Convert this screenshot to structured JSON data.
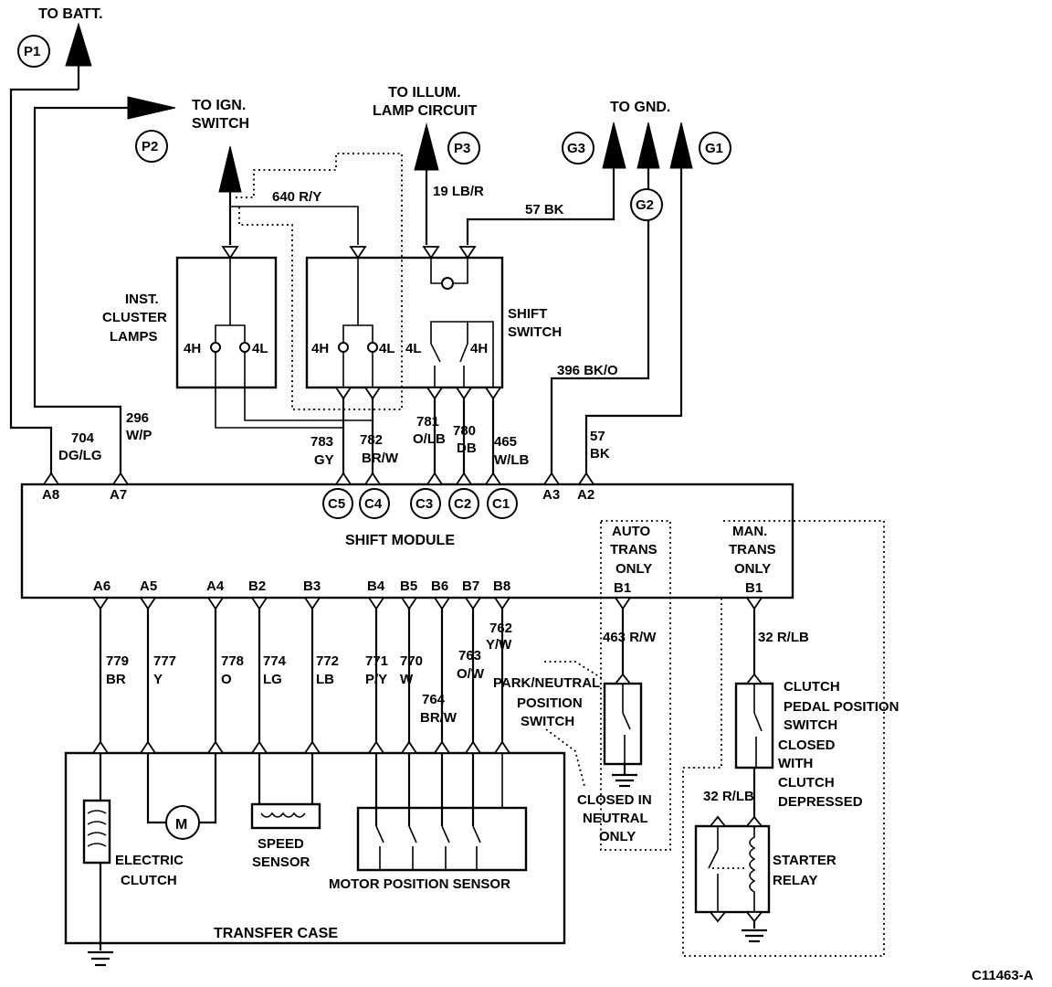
{
  "destinations": {
    "batt": "TO BATT.",
    "ign": [
      "TO IGN.",
      "SWITCH"
    ],
    "illum": [
      "TO ILLUM.",
      "LAMP CIRCUIT"
    ],
    "gnd": "TO GND."
  },
  "connector_ids": {
    "p1": "P1",
    "p2": "P2",
    "p3": "P3",
    "g1": "G1",
    "g2": "G2",
    "g3": "G3",
    "c1": "C1",
    "c2": "C2",
    "c3": "C3",
    "c4": "C4",
    "c5": "C5"
  },
  "wires": {
    "w640": "640 R/Y",
    "w19": "19 LB/R",
    "w57_top": "57 BK",
    "w396": "396 BK/O",
    "w704": [
      "704",
      "DG/LG"
    ],
    "w296": [
      "296",
      "W/P"
    ],
    "w783": [
      "783",
      "GY"
    ],
    "w782": [
      "782",
      "BR/W"
    ],
    "w781": [
      "781",
      "O/LB"
    ],
    "w780": [
      "780",
      "DB"
    ],
    "w465": [
      "465",
      "W/LB"
    ],
    "w57_a2": [
      "57",
      "BK"
    ],
    "w779": [
      "779",
      "BR"
    ],
    "w777": [
      "777",
      "Y"
    ],
    "w778": [
      "778",
      "O"
    ],
    "w774": [
      "774",
      "LG"
    ],
    "w772": [
      "772",
      "LB"
    ],
    "w771": [
      "771",
      "P/Y"
    ],
    "w770": [
      "770",
      "W"
    ],
    "w764": [
      "764",
      "BR/W"
    ],
    "w763": [
      "763",
      "O/W"
    ],
    "w762": [
      "762",
      "Y/W"
    ],
    "w463": "463 R/W",
    "w32_top": "32 R/LB",
    "w32_bot": "32 R/LB"
  },
  "components": {
    "inst_cluster": [
      "INST.",
      "CLUSTER",
      "LAMPS"
    ],
    "shift_switch": [
      "SHIFT",
      "SWITCH"
    ],
    "shift_module": "SHIFT MODULE",
    "auto_trans": [
      "AUTO",
      "TRANS",
      "ONLY"
    ],
    "man_trans": [
      "MAN.",
      "TRANS",
      "ONLY"
    ],
    "park_neutral": [
      "PARK/NEUTRAL",
      "POSITION",
      "SWITCH"
    ],
    "closed_neutral": [
      "CLOSED IN",
      "NEUTRAL",
      "ONLY"
    ],
    "clutch_switch": [
      "CLUTCH",
      "PEDAL POSITION",
      "SWITCH"
    ],
    "clutch_closed": [
      "CLOSED",
      "WITH",
      "CLUTCH",
      "DEPRESSED"
    ],
    "starter_relay": [
      "STARTER",
      "RELAY"
    ],
    "electric_clutch": [
      "ELECTRIC",
      "CLUTCH"
    ],
    "motor": "M",
    "speed_sensor": [
      "SPEED",
      "SENSOR"
    ],
    "motor_position_sensor": "MOTOR POSITION SENSOR",
    "transfer_case": "TRANSFER CASE"
  },
  "lamp_labels": {
    "h": "4H",
    "l": "4L"
  },
  "pins": {
    "a8": "A8",
    "a7": "A7",
    "a3": "A3",
    "a2": "A2",
    "a6": "A6",
    "a5": "A5",
    "a4": "A4",
    "b2": "B2",
    "b3": "B3",
    "b4": "B4",
    "b5": "B5",
    "b6": "B6",
    "b7": "B7",
    "b8": "B8",
    "b1_auto": "B1",
    "b1_man": "B1"
  },
  "figure_id": "C11463-A"
}
